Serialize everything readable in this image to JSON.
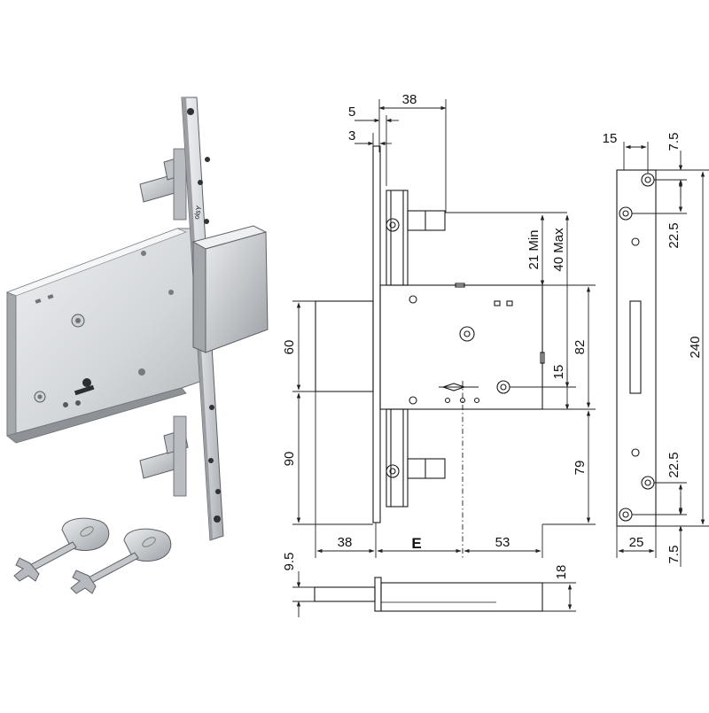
{
  "product_photo": {
    "brand_engraving": "olsY"
  },
  "drawing": {
    "colors": {
      "line": "#1a1a1a",
      "dimension": "#222222",
      "metal_light": "#e2e4e6",
      "metal_mid": "#c3c6c9",
      "metal_dark": "#8d9196"
    },
    "dims": {
      "top_38": "38",
      "top_5": "5",
      "top_3": "3",
      "bolt_21min": "21 Min",
      "bolt_40max": "40 Max",
      "h_60": "60",
      "h_90": "90",
      "h_82": "82",
      "h_15": "15",
      "h_79": "79",
      "bottom_38": "38",
      "bottom_E": "E",
      "bottom_53": "53",
      "bolt_9_5": "9.5",
      "bolt_18": "18"
    },
    "faceplate_dims": {
      "top_15": "15",
      "top_7_5": "7.5",
      "upper_22_5": "22.5",
      "total_240": "240",
      "lower_22_5": "22.5",
      "width_25": "25",
      "bottom_7_5": "7.5"
    }
  }
}
